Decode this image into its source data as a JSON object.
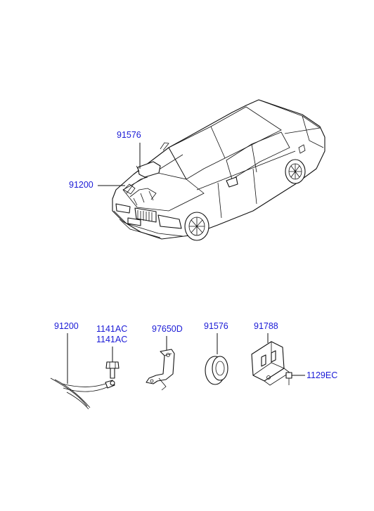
{
  "callouts": {
    "car_sensor": "91576",
    "car_harness": "91200",
    "harness_part": "91200",
    "bolt_1": "1141AC",
    "bolt_2": "1141AC",
    "bracket": "97650D",
    "grommet": "91576",
    "mount_bracket": "91788",
    "screw": "1129EC"
  },
  "colors": {
    "callout_text": "#1a1ad6",
    "line_art": "#111111"
  }
}
